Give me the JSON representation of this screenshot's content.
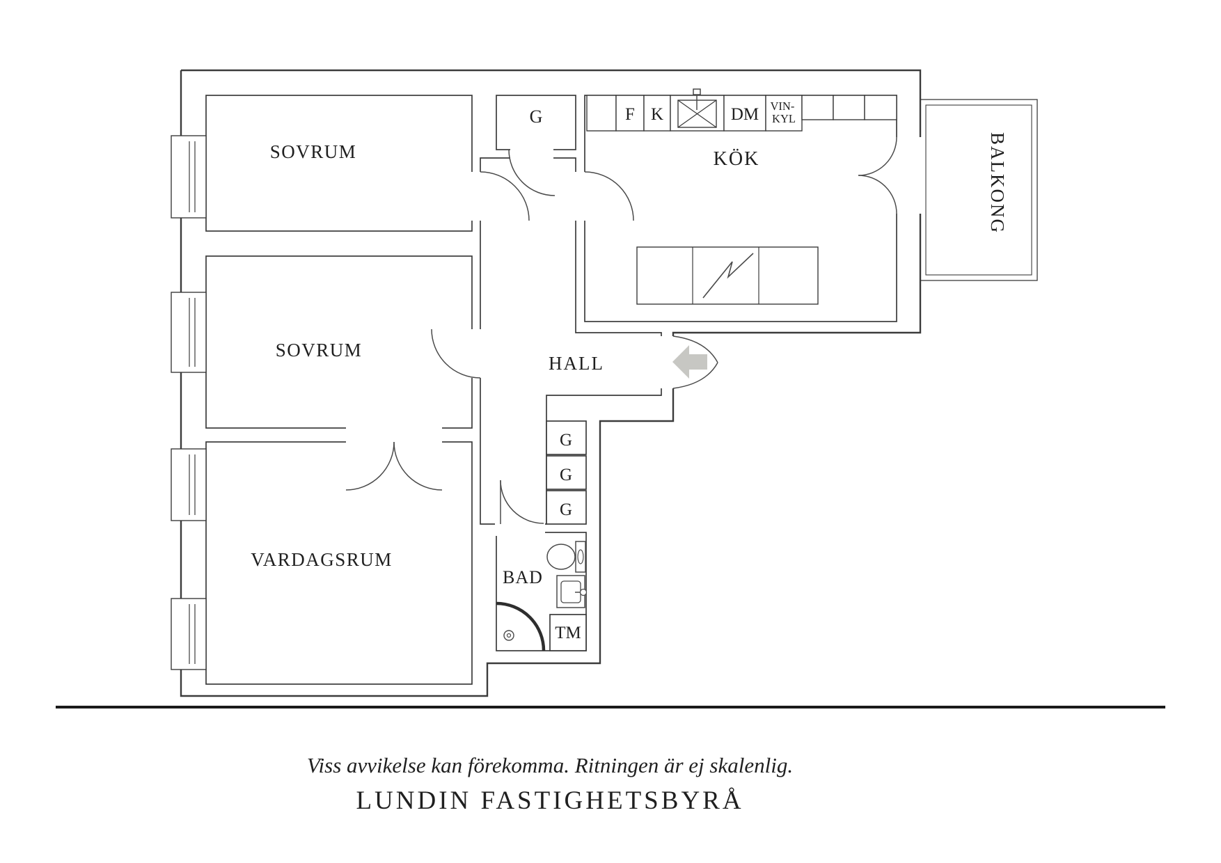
{
  "plan": {
    "rooms": {
      "sovrum_top": "SOVRUM",
      "sovrum_mid": "SOVRUM",
      "vardagsrum": "VARDAGSRUM",
      "hall": "HALL",
      "kok": "KÖK",
      "bad": "BAD",
      "balkong": "BALKONG"
    },
    "closets": {
      "top": "G",
      "c1": "G",
      "c2": "G",
      "c3": "G"
    },
    "appliances": {
      "fridge": "F",
      "freezer": "K",
      "dishwasher": "DM",
      "winecooler_line1": "VIN-",
      "winecooler_line2": "KYL",
      "washer": "TM"
    },
    "colors": {
      "wall": "#3b3b3b",
      "entrance_arrow": "#c7c7c3",
      "background": "#ffffff"
    }
  },
  "footer": {
    "disclaimer": "Viss avvikelse kan förekomma. Ritningen är ej skalenlig.",
    "brand": "LUNDIN FASTIGHETSBYRÅ"
  }
}
